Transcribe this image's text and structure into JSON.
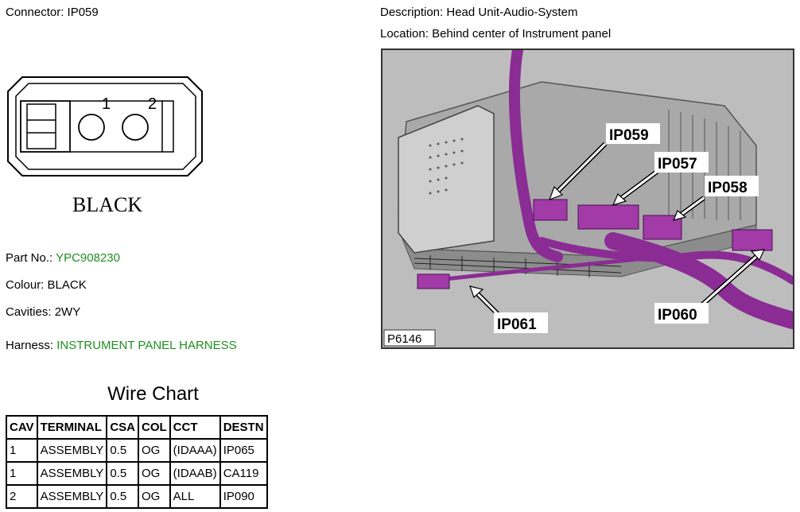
{
  "connector": {
    "label": "Connector:",
    "value": "IP059"
  },
  "description": {
    "label": "Description:",
    "value": "Head Unit-Audio-System"
  },
  "location": {
    "label": "Location:",
    "value": "Behind center of Instrument panel"
  },
  "diagram": {
    "pin1": "1",
    "pin2": "2",
    "color_text": "BLACK"
  },
  "part_no": {
    "label": "Part No.:",
    "value": "YPC908230"
  },
  "colour": {
    "label": "Colour:",
    "value": "BLACK"
  },
  "cavities": {
    "label": "Cavities:",
    "value": "2WY"
  },
  "harness": {
    "label": "Harness:",
    "value": "INSTRUMENT PANEL HARNESS"
  },
  "photo": {
    "callouts": [
      "IP059",
      "IP057",
      "IP058",
      "IP061",
      "IP060"
    ],
    "ref": "P6146"
  },
  "wire_chart": {
    "title": "Wire Chart",
    "headers": [
      "CAV",
      "TERMINAL",
      "CSA",
      "COL",
      "CCT",
      "DESTN"
    ],
    "rows": [
      [
        "1",
        "ASSEMBLY",
        "0.5",
        "OG",
        "(IDAAA)",
        "IP065"
      ],
      [
        "1",
        "ASSEMBLY",
        "0.5",
        "OG",
        "(IDAAB)",
        "CA119"
      ],
      [
        "2",
        "ASSEMBLY",
        "0.5",
        "OG",
        "ALL",
        "IP090"
      ]
    ]
  },
  "colors": {
    "value_green": "#1f8f1f",
    "harness_purple": "#8a2c94"
  }
}
